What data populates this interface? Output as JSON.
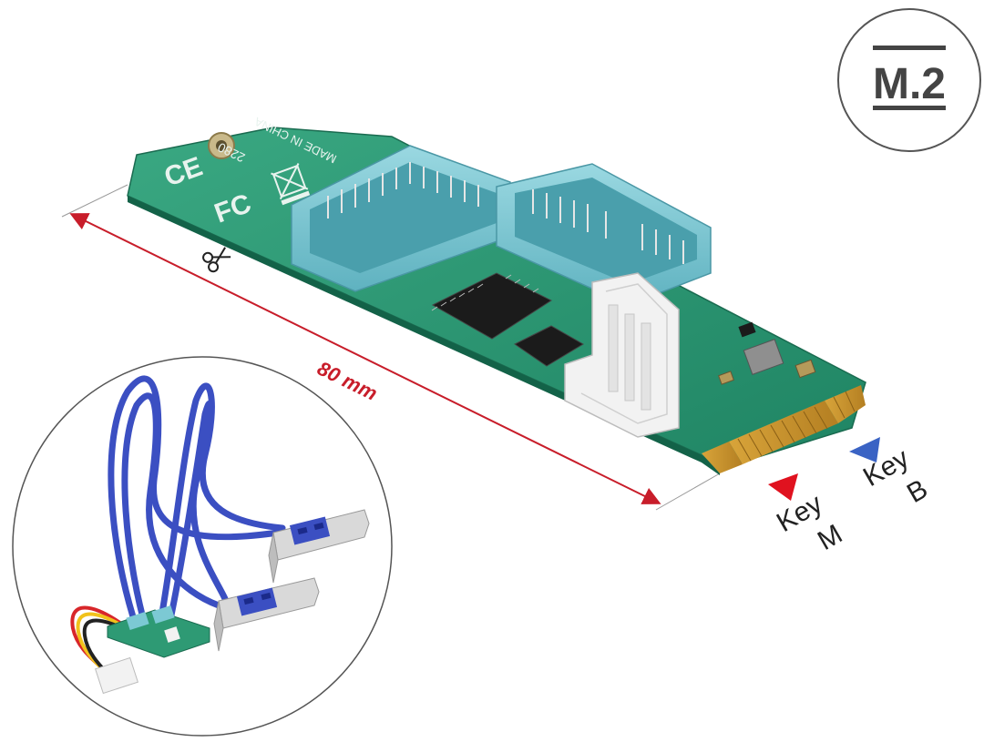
{
  "badge": {
    "text": "M.2"
  },
  "dimension": {
    "length_label": "80 mm"
  },
  "keys": {
    "m": {
      "word": "Key",
      "letter": "M",
      "color": "#e0121f"
    },
    "b": {
      "word": "Key",
      "letter": "B",
      "color": "#3a63c4"
    }
  },
  "pcb": {
    "size_code": "2280",
    "made_in": "MADE IN CHINA",
    "ce_mark": "CE",
    "fcc_mark": "FC",
    "board_color": "#2e9a74",
    "header_color": "#7cc9d4"
  },
  "icons": {
    "scissors": "scissors-icon",
    "weee": "weee-bin-icon"
  },
  "colors": {
    "dimension_line": "#c81d2a",
    "cable": "#3b4fc2",
    "molex_red": "#d8262a",
    "molex_yellow": "#f1c21b"
  }
}
